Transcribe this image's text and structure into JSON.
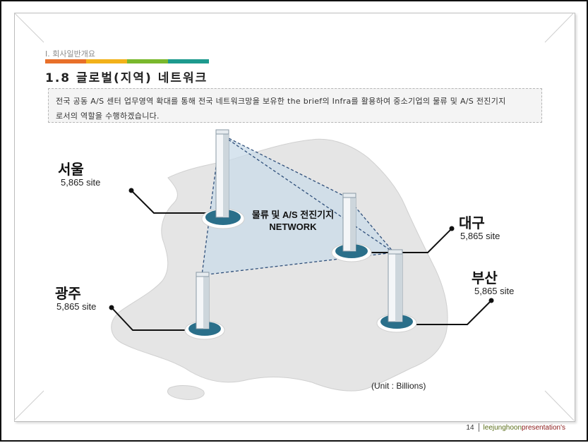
{
  "header": {
    "section": "I. 회사일반개요",
    "title": "1.8  글로벌(지역)  네트워크",
    "bar_colors": [
      "#e8702a",
      "#f2b21a",
      "#7ab82d",
      "#1d9a8e"
    ]
  },
  "description": {
    "line1": "전국 공동 A/S 센터 업무영역 확대를 통해 전국 네트워크망을 보유한 the brief의 Infra를 활용하여 중소기업의 물류 및 A/S 전진기지",
    "line2": "로서의 역할을 수행하겠습니다."
  },
  "network": {
    "center_line1": "물류 및 A/S 전진기지",
    "center_line2": "NETWORK",
    "cities": [
      {
        "name": "서울",
        "value": "5,865 site"
      },
      {
        "name": "대구",
        "value": "5,865 site"
      },
      {
        "name": "광주",
        "value": "5,865 site"
      },
      {
        "name": "부산",
        "value": "5,865 site"
      }
    ],
    "unit": "(Unit : Billions)"
  },
  "footer": {
    "page": "14",
    "brand_a": "leejunghoon",
    "brand_b": "presentation's"
  },
  "colors": {
    "map": "#e6e6e6",
    "tower_base": "#2a6f8a",
    "triangle_fill": "#c9dbe8",
    "dash_line": "#2f4f7a"
  }
}
